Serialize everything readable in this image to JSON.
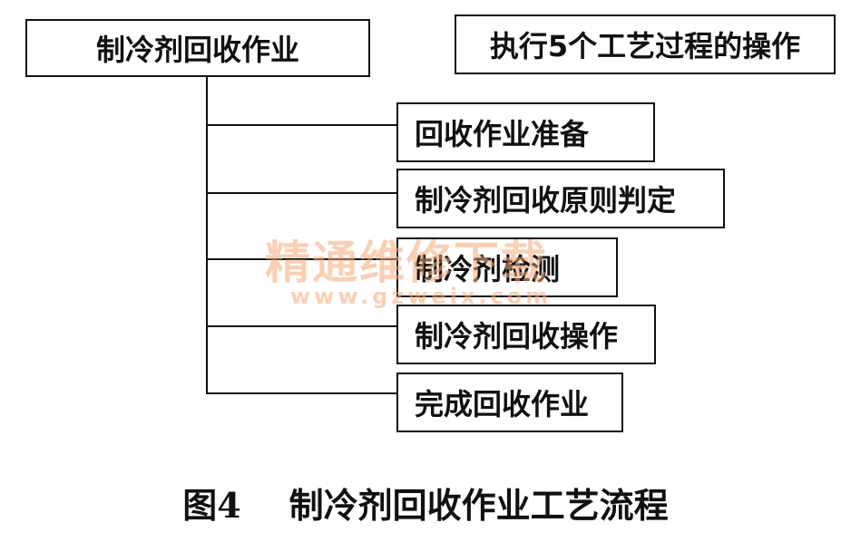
{
  "root": {
    "label": "制冷剂回收作业"
  },
  "note": {
    "label": "执行5个工艺过程的操作"
  },
  "steps": [
    {
      "label": "回收作业准备"
    },
    {
      "label": "制冷剂回收原则判定"
    },
    {
      "label": "制冷剂检测"
    },
    {
      "label": "制冷剂回收操作"
    },
    {
      "label": "完成回收作业"
    }
  ],
  "watermark": {
    "name": "精通维修下载",
    "url": "www.gzweix.com"
  },
  "caption": {
    "figure": "图4",
    "title": "制冷剂回收作业工艺流程"
  }
}
